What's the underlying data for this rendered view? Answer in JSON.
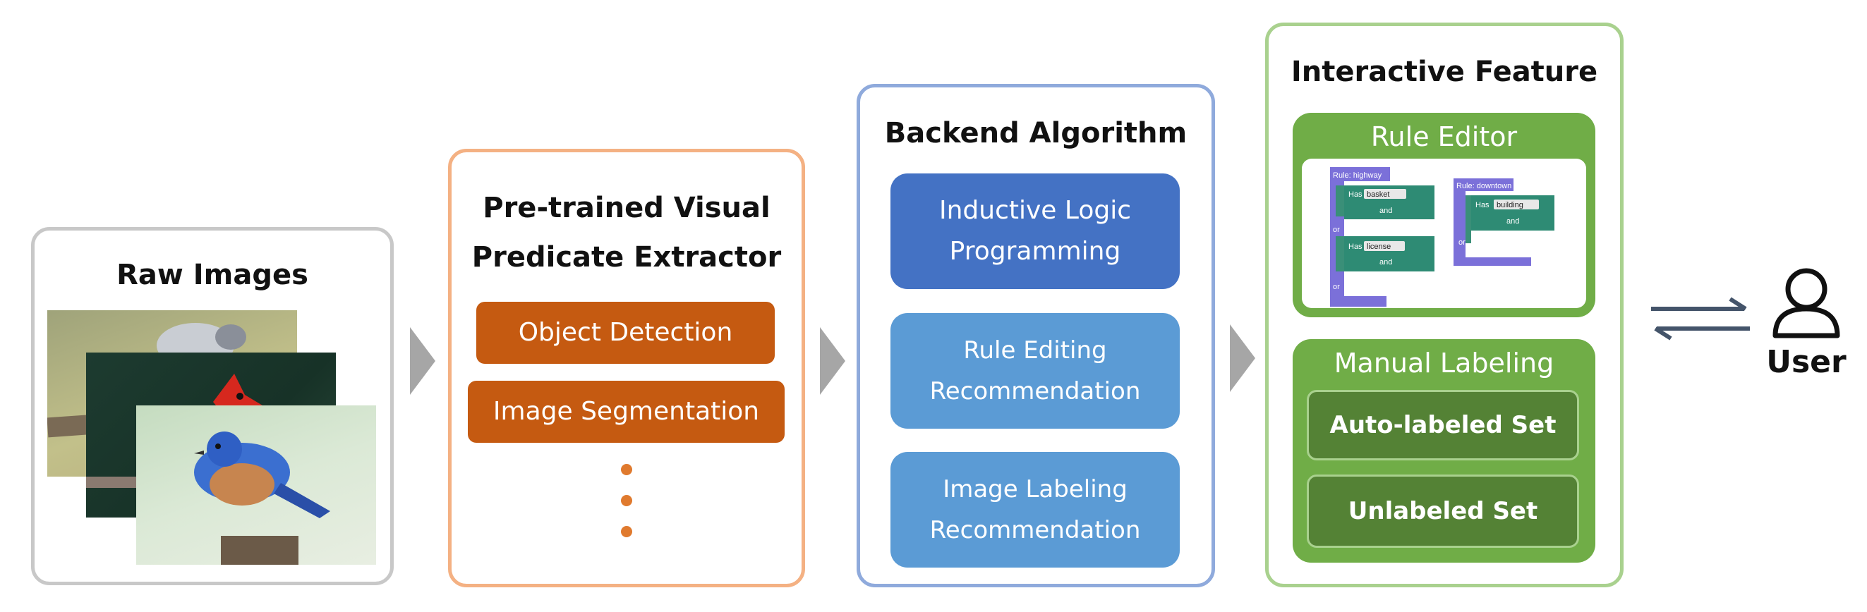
{
  "raw_images": {
    "title": "Raw Images"
  },
  "extractor": {
    "title_line1": "Pre-trained Visual",
    "title_line2": "Predicate Extractor",
    "methods": [
      "Object Detection",
      "Image Segmentation"
    ]
  },
  "backend": {
    "title": "Backend Algorithm",
    "items": [
      {
        "line1": "Inductive Logic",
        "line2": "Programming"
      },
      {
        "line1": "Rule Editing",
        "line2": "Recommendation"
      },
      {
        "line1": "Image Labeling",
        "line2": "Recommendation"
      }
    ]
  },
  "interactive": {
    "title": "Interactive Feature",
    "rule_editor": {
      "title": "Rule Editor",
      "rule1": {
        "name": "Rule:  highway",
        "has1": "Has",
        "obj1": "basket",
        "and1": "and",
        "or1": "or",
        "has2": "Has",
        "obj2": "license",
        "and2": "and",
        "or2": "or"
      },
      "rule2": {
        "name": "Rule:  downtown",
        "has1": "Has",
        "obj1": "building",
        "and1": "and",
        "or1": "or"
      }
    },
    "manual_labeling": {
      "title": "Manual Labeling",
      "sets": [
        "Auto-labeled Set",
        "Unlabeled Set"
      ]
    }
  },
  "user": {
    "label": "User"
  },
  "colors": {
    "gray_border": "#c8c8c8",
    "orange_border": "#f4b183",
    "orange_fill": "#c55a11",
    "blue_border": "#8faadc",
    "blue_dark": "#4472c4",
    "blue_light": "#5b9bd5",
    "green_border": "#a9d18e",
    "green_fill": "#70ad47",
    "green_dark": "#548235",
    "arrow_gray": "#a6a6a6"
  }
}
